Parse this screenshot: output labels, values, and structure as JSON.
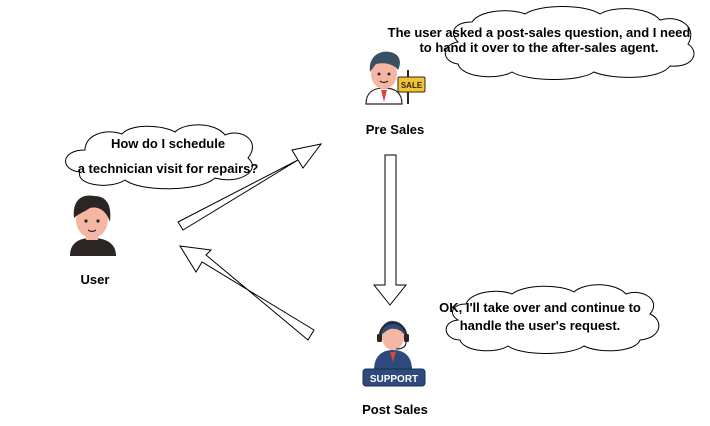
{
  "nodes": {
    "user": {
      "label": "User",
      "icon": "user-avatar-icon"
    },
    "pre_sales": {
      "label": "Pre Sales",
      "icon": "salesman-icon",
      "sign_text": "SALE"
    },
    "post_sales": {
      "label": "Post Sales",
      "icon": "support-agent-icon",
      "badge_text": "SUPPORT"
    }
  },
  "bubbles": {
    "user": {
      "lines": [
        "How do I schedule",
        "a technician visit for repairs?"
      ]
    },
    "pre_sales": {
      "lines": [
        "The user asked a post-sales question, and I need",
        "to hand it over to the after-sales agent."
      ]
    },
    "post_sales": {
      "lines": [
        "OK, I'll take over and continue to",
        "handle the user's request."
      ]
    }
  },
  "colors": {
    "skin": "#f5b7a3",
    "hair": "#2b2523",
    "shirt_dark": "#2b2523",
    "pre_sales_hair": "#3a4f63",
    "support_blue": "#2e4a7d",
    "sign_yellow": "#f4c430",
    "tie_red": "#d9463a"
  }
}
